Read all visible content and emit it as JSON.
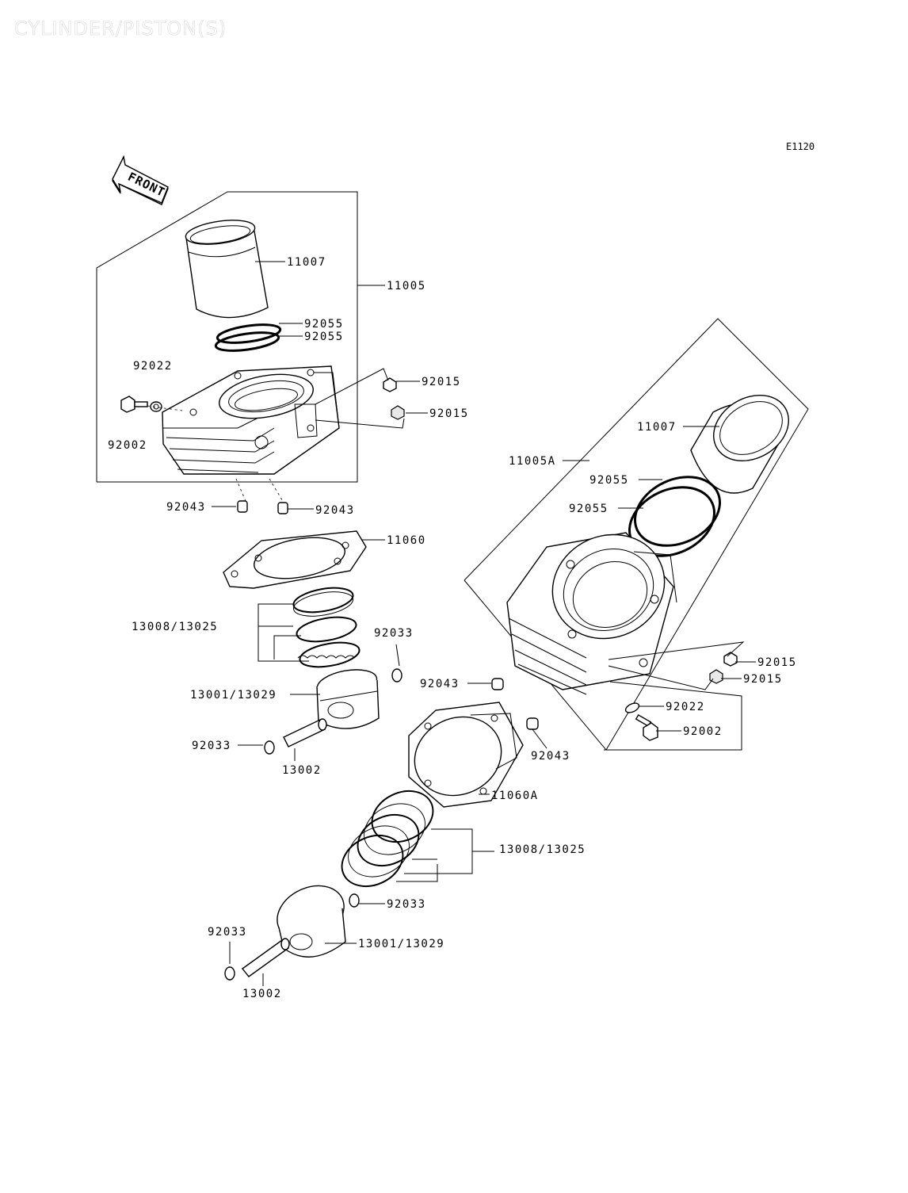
{
  "header": {
    "title": "CYLINDER/PISTON(S)",
    "diagram_code": "E1120",
    "front_label": "FRONT"
  },
  "labels": {
    "l1": "11007",
    "l2": "11005",
    "l3": "92055",
    "l4": "92055",
    "l5": "92022",
    "l6": "92015",
    "l7": "92015",
    "l8": "92002",
    "l9": "92043",
    "l10": "92043",
    "l11": "11060",
    "l12": "13008/13025",
    "l13": "92033",
    "l14": "13001/13029",
    "l15": "92033",
    "l16": "13002",
    "r1": "11007",
    "r2": "11005A",
    "r3": "92055",
    "r4": "92055",
    "r5": "92015",
    "r6": "92015",
    "r7": "92022",
    "r8": "92002",
    "r9": "92043",
    "r10": "92043",
    "r11": "11060A",
    "r12": "13008/13025",
    "r13": "92033",
    "r14": "92033",
    "r15": "13001/13029",
    "r16": "13002"
  }
}
